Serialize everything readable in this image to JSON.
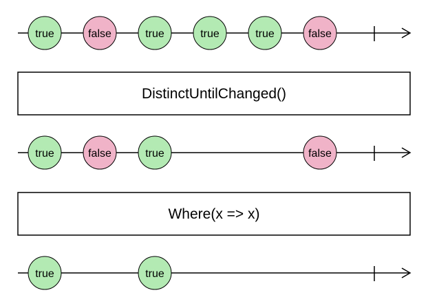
{
  "colors": {
    "true_fill": "#b3eab3",
    "false_fill": "#f0b3c8",
    "stroke": "#000000",
    "operator_fill": "#ffffff"
  },
  "timelines": [
    {
      "id": "source",
      "marbles": [
        "true",
        "false",
        "true",
        "true",
        "true",
        "false"
      ],
      "completed": true
    },
    {
      "id": "distinct",
      "marbles": [
        "true",
        "false",
        "true",
        "false"
      ],
      "completed": true
    },
    {
      "id": "where",
      "marbles": [
        "true",
        "true"
      ],
      "completed": true
    }
  ],
  "operators": [
    {
      "label": "DistinctUntilChanged()"
    },
    {
      "label": "Where(x => x)"
    }
  ]
}
